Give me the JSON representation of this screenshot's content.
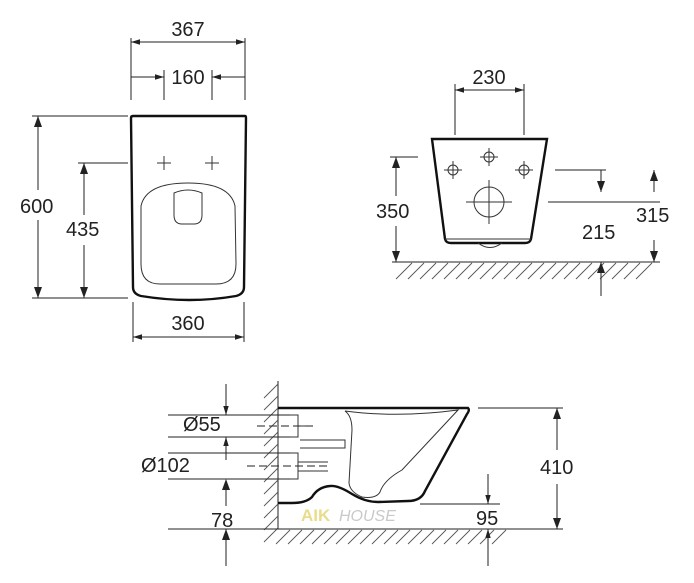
{
  "top_view": {
    "overall_width": "367",
    "holes_spacing": "160",
    "overall_length": "600",
    "holes_to_front": "435",
    "base_width": "360"
  },
  "front_view": {
    "holes_spacing": "230",
    "bowl_height": "350",
    "hole_height": "215",
    "mount_height": "315"
  },
  "side_view": {
    "inlet_diameter": "Ø55",
    "outlet_diameter": "Ø102",
    "outlet_height": "78",
    "total_height": "410",
    "rear_gap": "95"
  },
  "watermark": {
    "brand": "AIK",
    "name": "HOUSE"
  },
  "colors": {
    "line": "#222222",
    "outline": "#111111",
    "watermark_brand": "#e9dc8a",
    "watermark_name": "#c9c9c9"
  }
}
